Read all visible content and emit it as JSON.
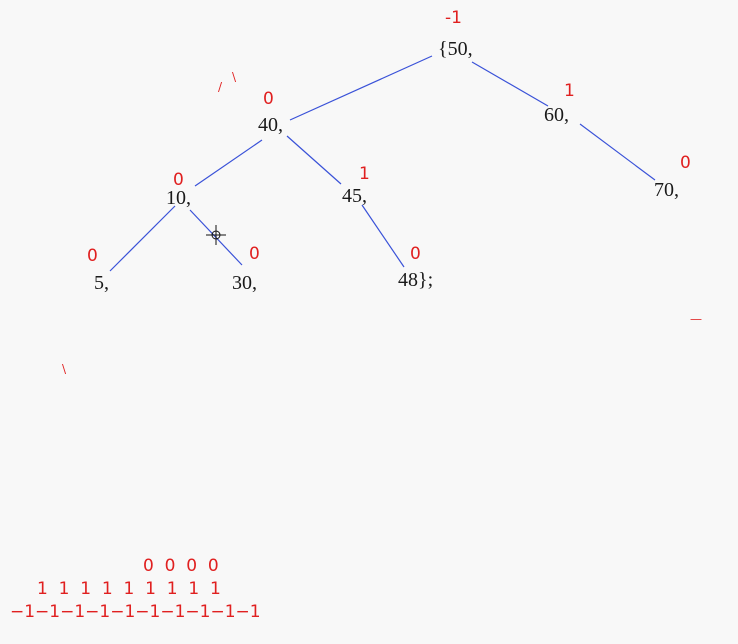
{
  "tree": {
    "nodes": [
      {
        "id": "n50",
        "label": "{50,",
        "balance": "-1"
      },
      {
        "id": "n40",
        "label": "40,",
        "balance": "0"
      },
      {
        "id": "n60",
        "label": "60,",
        "balance": "1"
      },
      {
        "id": "n10",
        "label": "10,",
        "balance": "0"
      },
      {
        "id": "n45",
        "label": "45,",
        "balance": "1"
      },
      {
        "id": "n70",
        "label": "70,",
        "balance": "0"
      },
      {
        "id": "n5",
        "label": "5,",
        "balance": "0"
      },
      {
        "id": "n30",
        "label": "30,",
        "balance": "0"
      },
      {
        "id": "n48",
        "label": "48};",
        "balance": "0"
      }
    ],
    "edges": [
      [
        "n50",
        "n40"
      ],
      [
        "n50",
        "n60"
      ],
      [
        "n40",
        "n10"
      ],
      [
        "n40",
        "n45"
      ],
      [
        "n60",
        "n70"
      ],
      [
        "n10",
        "n5"
      ],
      [
        "n10",
        "n30"
      ],
      [
        "n45",
        "n48"
      ]
    ]
  },
  "legend": {
    "row_zero": "0  0  0  0",
    "row_one": "1  1  1  1  1  1  1  1  1",
    "row_neg": "−1−1−1−1−1−1−1−1−1−1"
  },
  "colors": {
    "edge": "#3a52d8",
    "balance": "#e02020",
    "label": "#1a1a1a",
    "background": "#f8f8f8"
  }
}
